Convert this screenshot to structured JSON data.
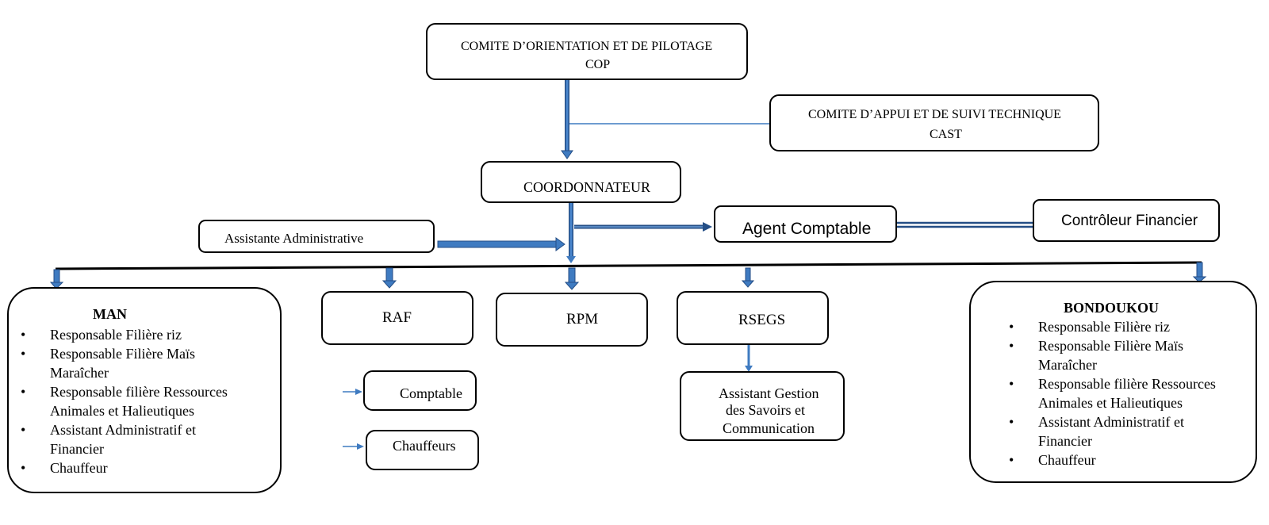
{
  "cop": {
    "line1": "COMITE D’ORIENTATION ET DE PILOTAGE",
    "line2": "COP"
  },
  "cast": {
    "line1": "COMITE D’APPUI ET DE SUIVI TECHNIQUE",
    "line2": "CAST"
  },
  "coordonnateur": "COORDONNATEUR",
  "assistante": "Assistante Administrative",
  "agent_comptable": "Agent Comptable",
  "controleur": "Contrôleur Financier",
  "raf": "RAF",
  "rpm": "RPM",
  "rsegs": "RSEGS",
  "comptable": "Comptable",
  "chauffeurs": "Chauffeurs",
  "assistant_gestion": {
    "line1": "Assistant Gestion",
    "line2": "des Savoirs et",
    "line3": "Communication"
  },
  "man": {
    "title": "MAN",
    "items": [
      {
        "l1": "Responsable Filière riz",
        "l2": ""
      },
      {
        "l1": "Responsable Filière Maïs",
        "l2": "Maraîcher"
      },
      {
        "l1": "Responsable filière Ressources",
        "l2": "Animales et Halieutiques"
      },
      {
        "l1": "Assistant Administratif et",
        "l2": "Financier"
      },
      {
        "l1": "Chauffeur",
        "l2": ""
      }
    ]
  },
  "bondoukou": {
    "title": "BONDOUKOU",
    "items": [
      {
        "l1": "Responsable Filière riz",
        "l2": ""
      },
      {
        "l1": "Responsable Filière Maïs",
        "l2": "Maraîcher"
      },
      {
        "l1": "Responsable filière Ressources",
        "l2": "Animales et Halieutiques"
      },
      {
        "l1": "Assistant Administratif et",
        "l2": "Financier"
      },
      {
        "l1": "Chauffeur",
        "l2": ""
      }
    ]
  },
  "colors": {
    "arrow": "#3f7bc1",
    "arrow_dark": "#244e86",
    "line": "#000000"
  }
}
